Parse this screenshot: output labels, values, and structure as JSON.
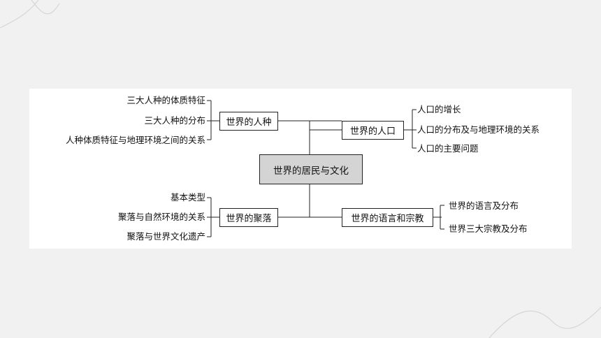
{
  "center": "世界的居民与文化",
  "branches": {
    "race": {
      "title": "世界的人种",
      "items": [
        "三大人种的体质特征",
        "三大人种的分布",
        "人种体质特征与地理环境之间的关系"
      ]
    },
    "population": {
      "title": "世界的人口",
      "items": [
        "人口的增长",
        "人口的分布及与地理环境的关系",
        "人口的主要问题"
      ]
    },
    "settlement": {
      "title": "世界的聚落",
      "items": [
        "基本类型",
        "聚落与自然环境的关系",
        "聚落与世界文化遗产"
      ]
    },
    "language": {
      "title": "世界的语言和宗教",
      "items": [
        "世界的语言及分布",
        "世界三大宗教及分布"
      ]
    }
  }
}
